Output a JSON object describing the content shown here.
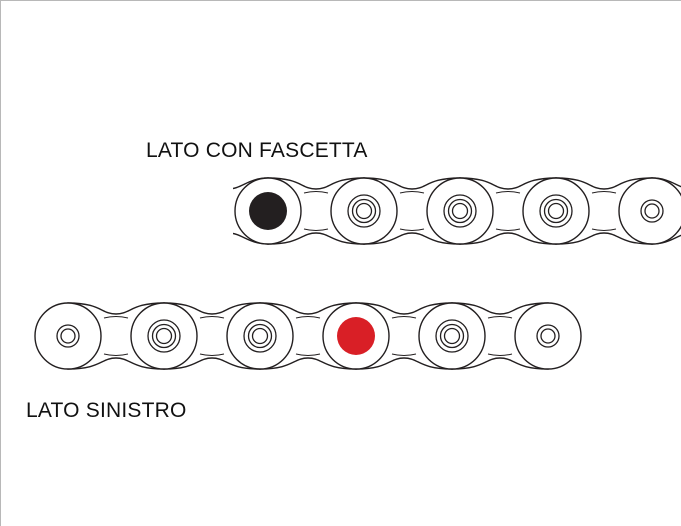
{
  "labels": {
    "top": "LATO CON FASCETTA",
    "bottom": "LATO SINISTRO"
  },
  "colors": {
    "marker_top": "#231f20",
    "marker_bottom": "#d91f26",
    "line": "#231f20"
  },
  "chains": [
    {
      "name": "chain-top",
      "rollers": [
        "marker",
        "double",
        "double",
        "double",
        "single"
      ],
      "clipped_left": true,
      "clipped_right": true
    },
    {
      "name": "chain-bottom",
      "rollers": [
        "single",
        "double",
        "double",
        "marker",
        "double",
        "single"
      ],
      "clipped_left": false,
      "clipped_right": false
    }
  ]
}
